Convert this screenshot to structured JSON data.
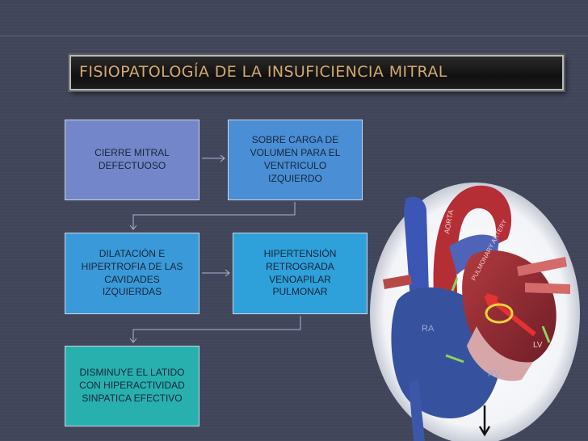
{
  "title": "FISIOPATOLOGÍA DE LA INSUFICIENCIA  MITRAL",
  "boxes": {
    "b1": "CIERRE MITRAL\nDEFECTUOSO",
    "b2": "SOBRE  CARGA DE\nVOLUMEN PARA EL\nVENTRICULO\nIZQUIERDO",
    "b3": "DILATACIÓN  E\nHIPERTROFIA DE LAS\nCAVIDADES\nIZQUIERDAS",
    "b4": "HIPERTENSIÓN\nRETROGRADA\nVENOAPILAR\nPULMONAR",
    "b5": "DISMINUYE EL LATIDO\nCON HIPERACTIVIDAD\nSINPATICA EFECTIVO"
  },
  "heart_labels": {
    "aorta": "AORTA",
    "pulmonary": "PULMONARY ARTERY",
    "ra": "RA",
    "rv": "RV",
    "lv": "LV"
  },
  "colors": {
    "background": "#40455a",
    "title_text": "#d6a86f",
    "connector": "#a9b6d6"
  }
}
